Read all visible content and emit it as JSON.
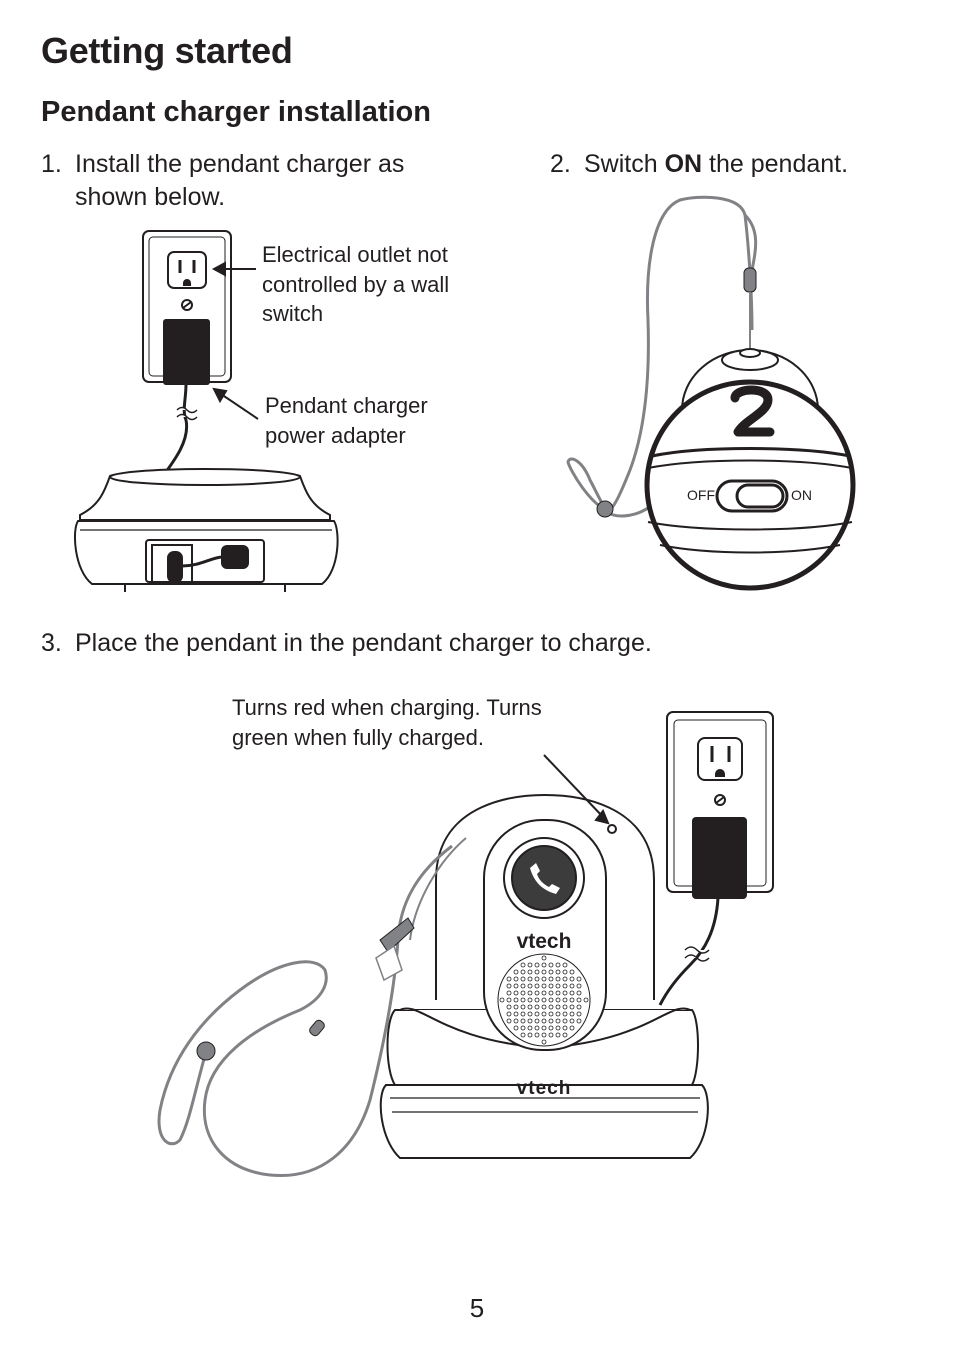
{
  "header": {
    "title": "Getting started"
  },
  "section": {
    "title": "Pendant charger installation"
  },
  "steps": [
    {
      "num": "1.",
      "text": "Install the pendant charger as shown below."
    },
    {
      "num": "2.",
      "text_pre": "Switch ",
      "text_bold": "ON",
      "text_post": " the pendant."
    },
    {
      "num": "3.",
      "text": "Place the pendant in the pendant charger to charge."
    }
  ],
  "callouts": {
    "outlet": "Electrical outlet not controlled by a wall switch",
    "adapter": "Pendant charger power adapter",
    "led": "Turns red when charging. Turns green when fully charged."
  },
  "switch_labels": {
    "off": "OFF",
    "on": "ON"
  },
  "brand": {
    "logo": "vtech"
  },
  "footer": {
    "page_number": "5"
  }
}
